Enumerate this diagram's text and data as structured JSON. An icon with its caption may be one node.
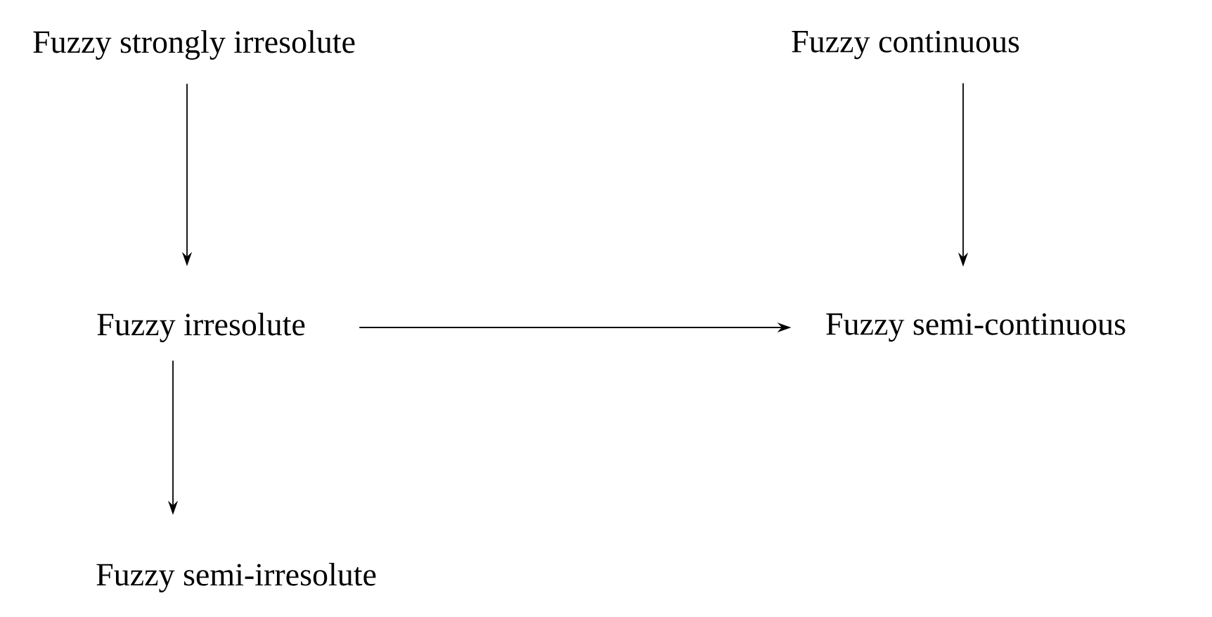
{
  "diagram": {
    "nodes": [
      {
        "text": [
          "Fuzzy strongly irresolute"
        ]
      },
      {
        "text": [
          "Fuzzy continuous"
        ]
      },
      {
        "text": [
          "Fuzzy irresolute"
        ]
      },
      {
        "text": [
          "Fuzzy semi-continuous"
        ]
      },
      {
        "text": [
          "Fuzzy semi-irresolute"
        ]
      }
    ],
    "edges": [
      {
        "from": 0,
        "to": 2,
        "arrow": "to"
      },
      {
        "from": 1,
        "to": 3,
        "arrow": "to"
      },
      {
        "from": 2,
        "to": 3,
        "arrow": "to"
      },
      {
        "from": 2,
        "to": 4,
        "arrow": "to"
      }
    ]
  }
}
